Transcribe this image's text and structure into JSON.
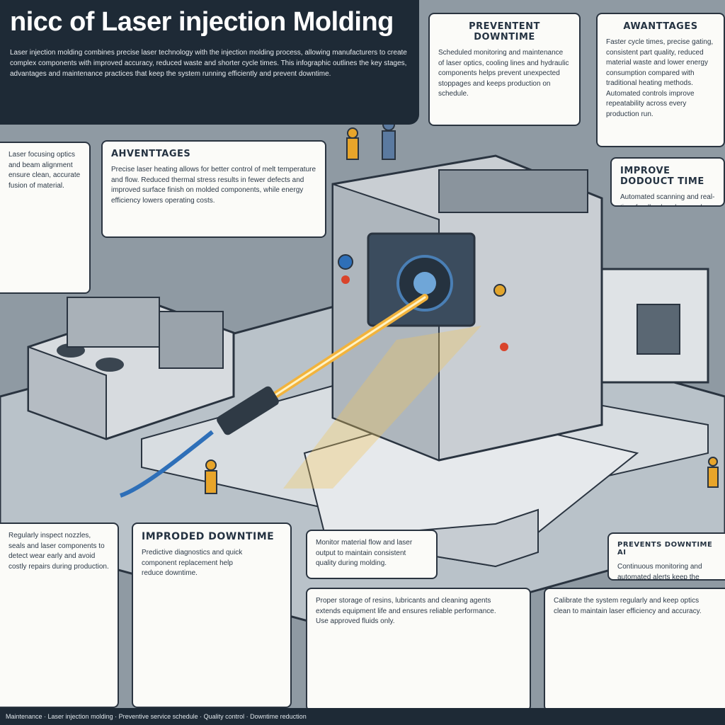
{
  "title": {
    "heading": "nicc of Laser injection Molding",
    "body": "Laser injection molding combines precise laser technology with the injection molding process, allowing manufacturers to create complex components with improved accuracy, reduced waste and shorter cycle times. This infographic outlines the key stages, advantages and maintenance practices that keep the system running efficiently and prevent downtime."
  },
  "panels": {
    "prevent": {
      "heading": "PREVENTENT DOWNTIME",
      "body": "Scheduled monitoring and maintenance of laser optics, cooling lines and hydraulic components helps prevent unexpected stoppages and keeps production on schedule."
    },
    "advantages_top": {
      "heading": "AWANTTAGES",
      "body": "Faster cycle times, precise gating, consistent part quality, reduced material waste and lower energy consumption compared with traditional heating methods. Automated controls improve repeatability across every production run."
    },
    "improve": {
      "heading": "IMPROVE DODOUCT TIME",
      "body": "Automated scanning and real-time feedback reduce cycle times and improve output."
    },
    "left_small": {
      "heading": "",
      "body": "Laser focusing optics and beam alignment ensure clean, accurate fusion of material."
    },
    "advantages_mid": {
      "heading": "AHVENTTAGES",
      "body": "Precise laser heating allows for better control of melt temperature and flow. Reduced thermal stress results in fewer defects and improved surface finish on molded components, while energy efficiency lowers operating costs."
    },
    "bottom_left": {
      "heading": "",
      "body": "Regularly inspect nozzles, seals and laser components to detect wear early and avoid costly repairs during production."
    },
    "improved_downtime": {
      "heading": "IMPRODED DOWNTIME",
      "body": "Predictive diagnostics and quick component replacement help reduce downtime."
    },
    "mid_note": {
      "heading": "",
      "body": "Monitor material flow and laser output to maintain consistent quality during molding."
    },
    "bottom_center": {
      "heading": "",
      "body": "Proper storage of resins, lubricants and cleaning agents extends equipment life and ensures reliable performance. Use approved fluids only."
    },
    "bottom_right": {
      "heading": "",
      "body": "Calibrate the system regularly and keep optics clean to maintain laser efficiency and accuracy."
    },
    "right_mid": {
      "heading": "PREVENTS DOWNTIME AI",
      "body": "Continuous monitoring and automated alerts keep the machine operating smoothly."
    }
  },
  "footer": "Maintenance · Laser injection molding · Preventive service schedule · Quality control · Downtime reduction"
}
